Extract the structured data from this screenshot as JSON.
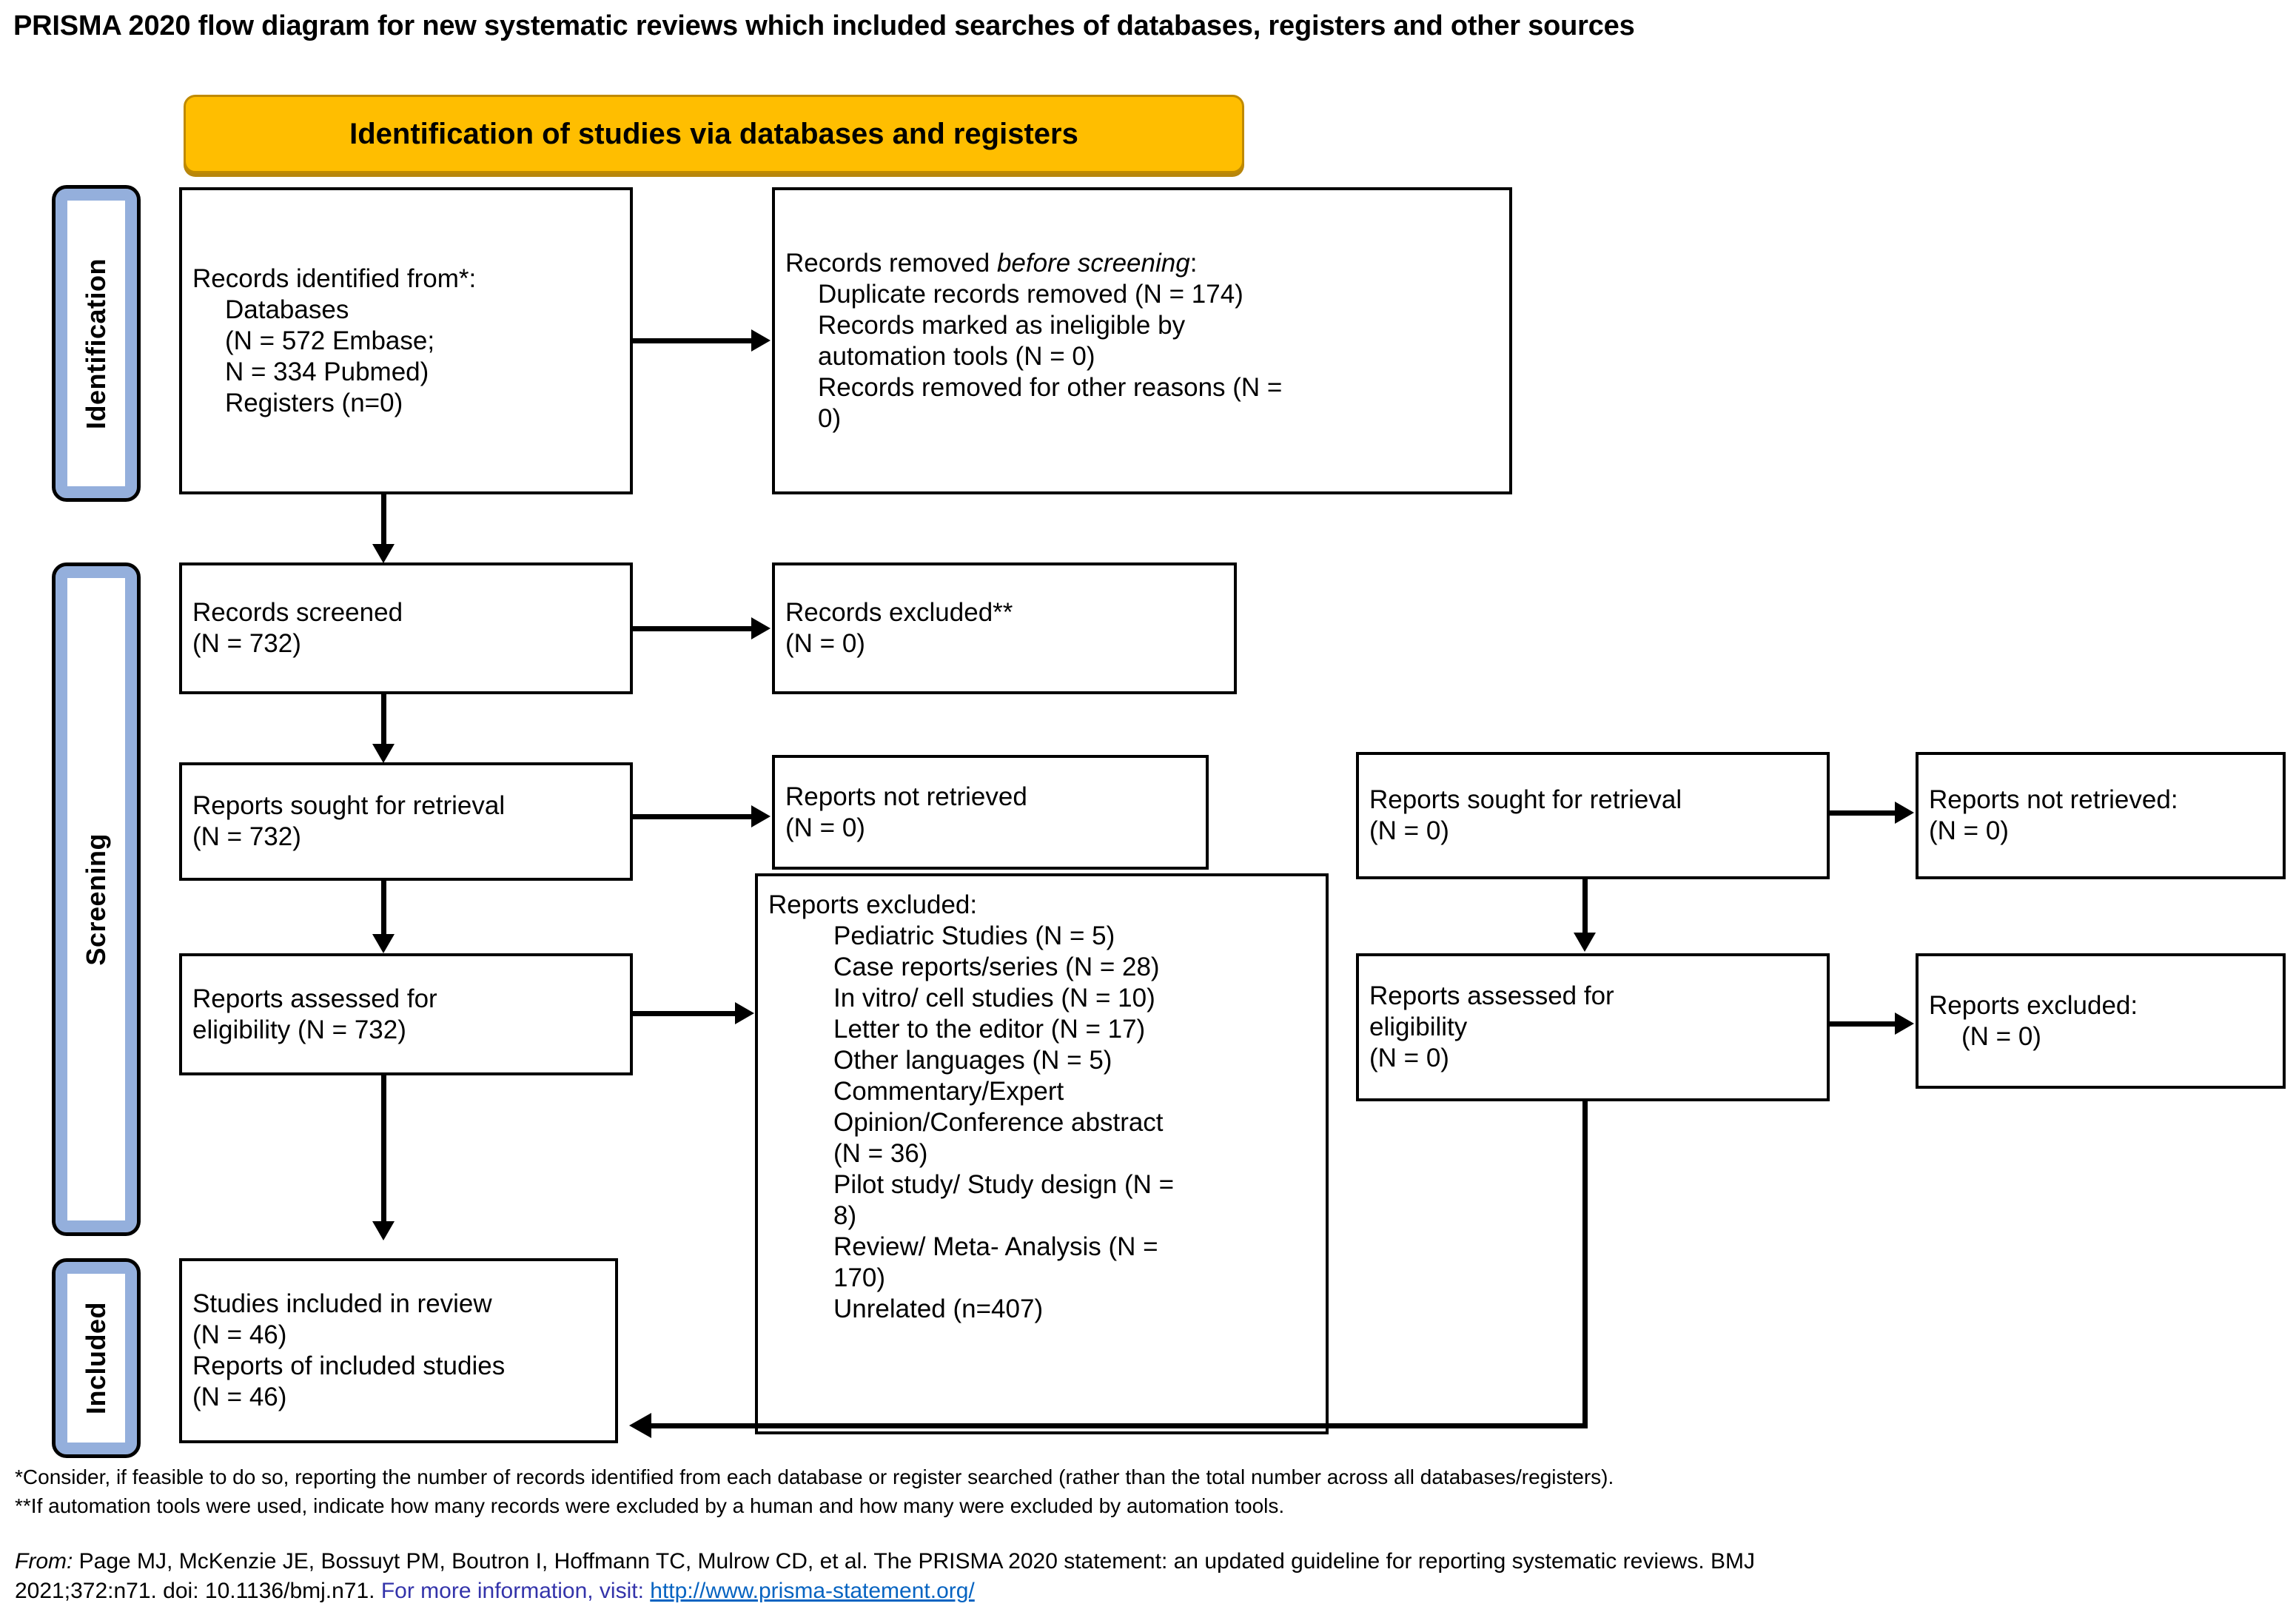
{
  "title": "PRISMA 2020 flow diagram for new systematic reviews which included searches of databases, registers and other sources",
  "banner": {
    "label": "Identification of studies via databases and registers"
  },
  "colors": {
    "banner_fill": "#FFBE00",
    "banner_border": "#C08A00",
    "stage_label_fill": "#94AFDC",
    "box_border": "#000000",
    "link": "#0563C1"
  },
  "stage_labels": [
    {
      "id": "identification",
      "text": "Identification"
    },
    {
      "id": "screening",
      "text": "Screening"
    },
    {
      "id": "included",
      "text": "Included"
    }
  ],
  "boxes": {
    "records_identified": {
      "lines": [
        "Records identified from*:",
        "Databases",
        "(N = 572 Embase;",
        "N = 334 Pubmed)",
        "Registers (n=0)"
      ]
    },
    "records_removed": {
      "heading_pre": "Records removed ",
      "heading_italic": "before screening",
      "heading_post": ":",
      "lines": [
        "Duplicate records removed (N = 174)",
        "Records marked as ineligible by",
        "automation tools (N = 0)",
        "Records removed for other reasons (N =",
        "0)"
      ]
    },
    "records_screened": {
      "lines": [
        "Records screened",
        "(N = 732)"
      ]
    },
    "records_excluded": {
      "lines": [
        "Records excluded**",
        "(N = 0)"
      ]
    },
    "reports_sought": {
      "lines": [
        "Reports sought for retrieval",
        "(N = 732)"
      ]
    },
    "reports_not_retrieved": {
      "lines": [
        "Reports not retrieved",
        "(N = 0)"
      ]
    },
    "reports_assessed": {
      "lines": [
        "Reports assessed for",
        "eligibility (N = 732)"
      ]
    },
    "reports_excluded_list": {
      "heading": "Reports excluded:",
      "lines": [
        "Pediatric Studies (N = 5)",
        "Case reports/series (N = 28)",
        "In vitro/ cell studies (N = 10)",
        "Letter to the editor (N = 17)",
        "Other languages (N = 5)",
        "Commentary/Expert",
        "Opinion/Conference abstract",
        "(N = 36)",
        "Pilot study/ Study design (N =",
        "8)",
        "Review/ Meta- Analysis (N =",
        "170)",
        "Unrelated (n=407)"
      ]
    },
    "studies_included": {
      "lines": [
        "Studies included in review",
        "(N = 46)",
        "Reports of included studies",
        "(N = 46)"
      ]
    },
    "other_reports_sought": {
      "lines": [
        "Reports sought for retrieval",
        "(N = 0)"
      ]
    },
    "other_reports_not_retrieved": {
      "lines": [
        "Reports not retrieved:",
        "(N = 0)"
      ]
    },
    "other_reports_assessed": {
      "lines": [
        "Reports assessed for",
        "eligibility",
        "(N = 0)"
      ]
    },
    "other_reports_excluded": {
      "lines": [
        "Reports excluded:",
        "(N = 0)"
      ]
    }
  },
  "footnotes": {
    "star": "*Consider, if feasible to do so, reporting the number of records identified from each database or register searched (rather than the total number across all databases/registers).",
    "doublestar": "**If automation tools were used, indicate how many records were excluded by a human and how many were excluded by automation tools."
  },
  "citation": {
    "from_label": "From:",
    "line1": "  Page MJ, McKenzie JE, Bossuyt PM, Boutron I, Hoffmann TC, Mulrow CD, et al. The PRISMA 2020 statement: an updated guideline for reporting systematic reviews. BMJ",
    "line2_plain": "2021;372:n71. doi: 10.1136/bmj.n71. ",
    "line2_blue": "For more information, visit: ",
    "line2_link": "http://www.prisma-statement.org/"
  }
}
